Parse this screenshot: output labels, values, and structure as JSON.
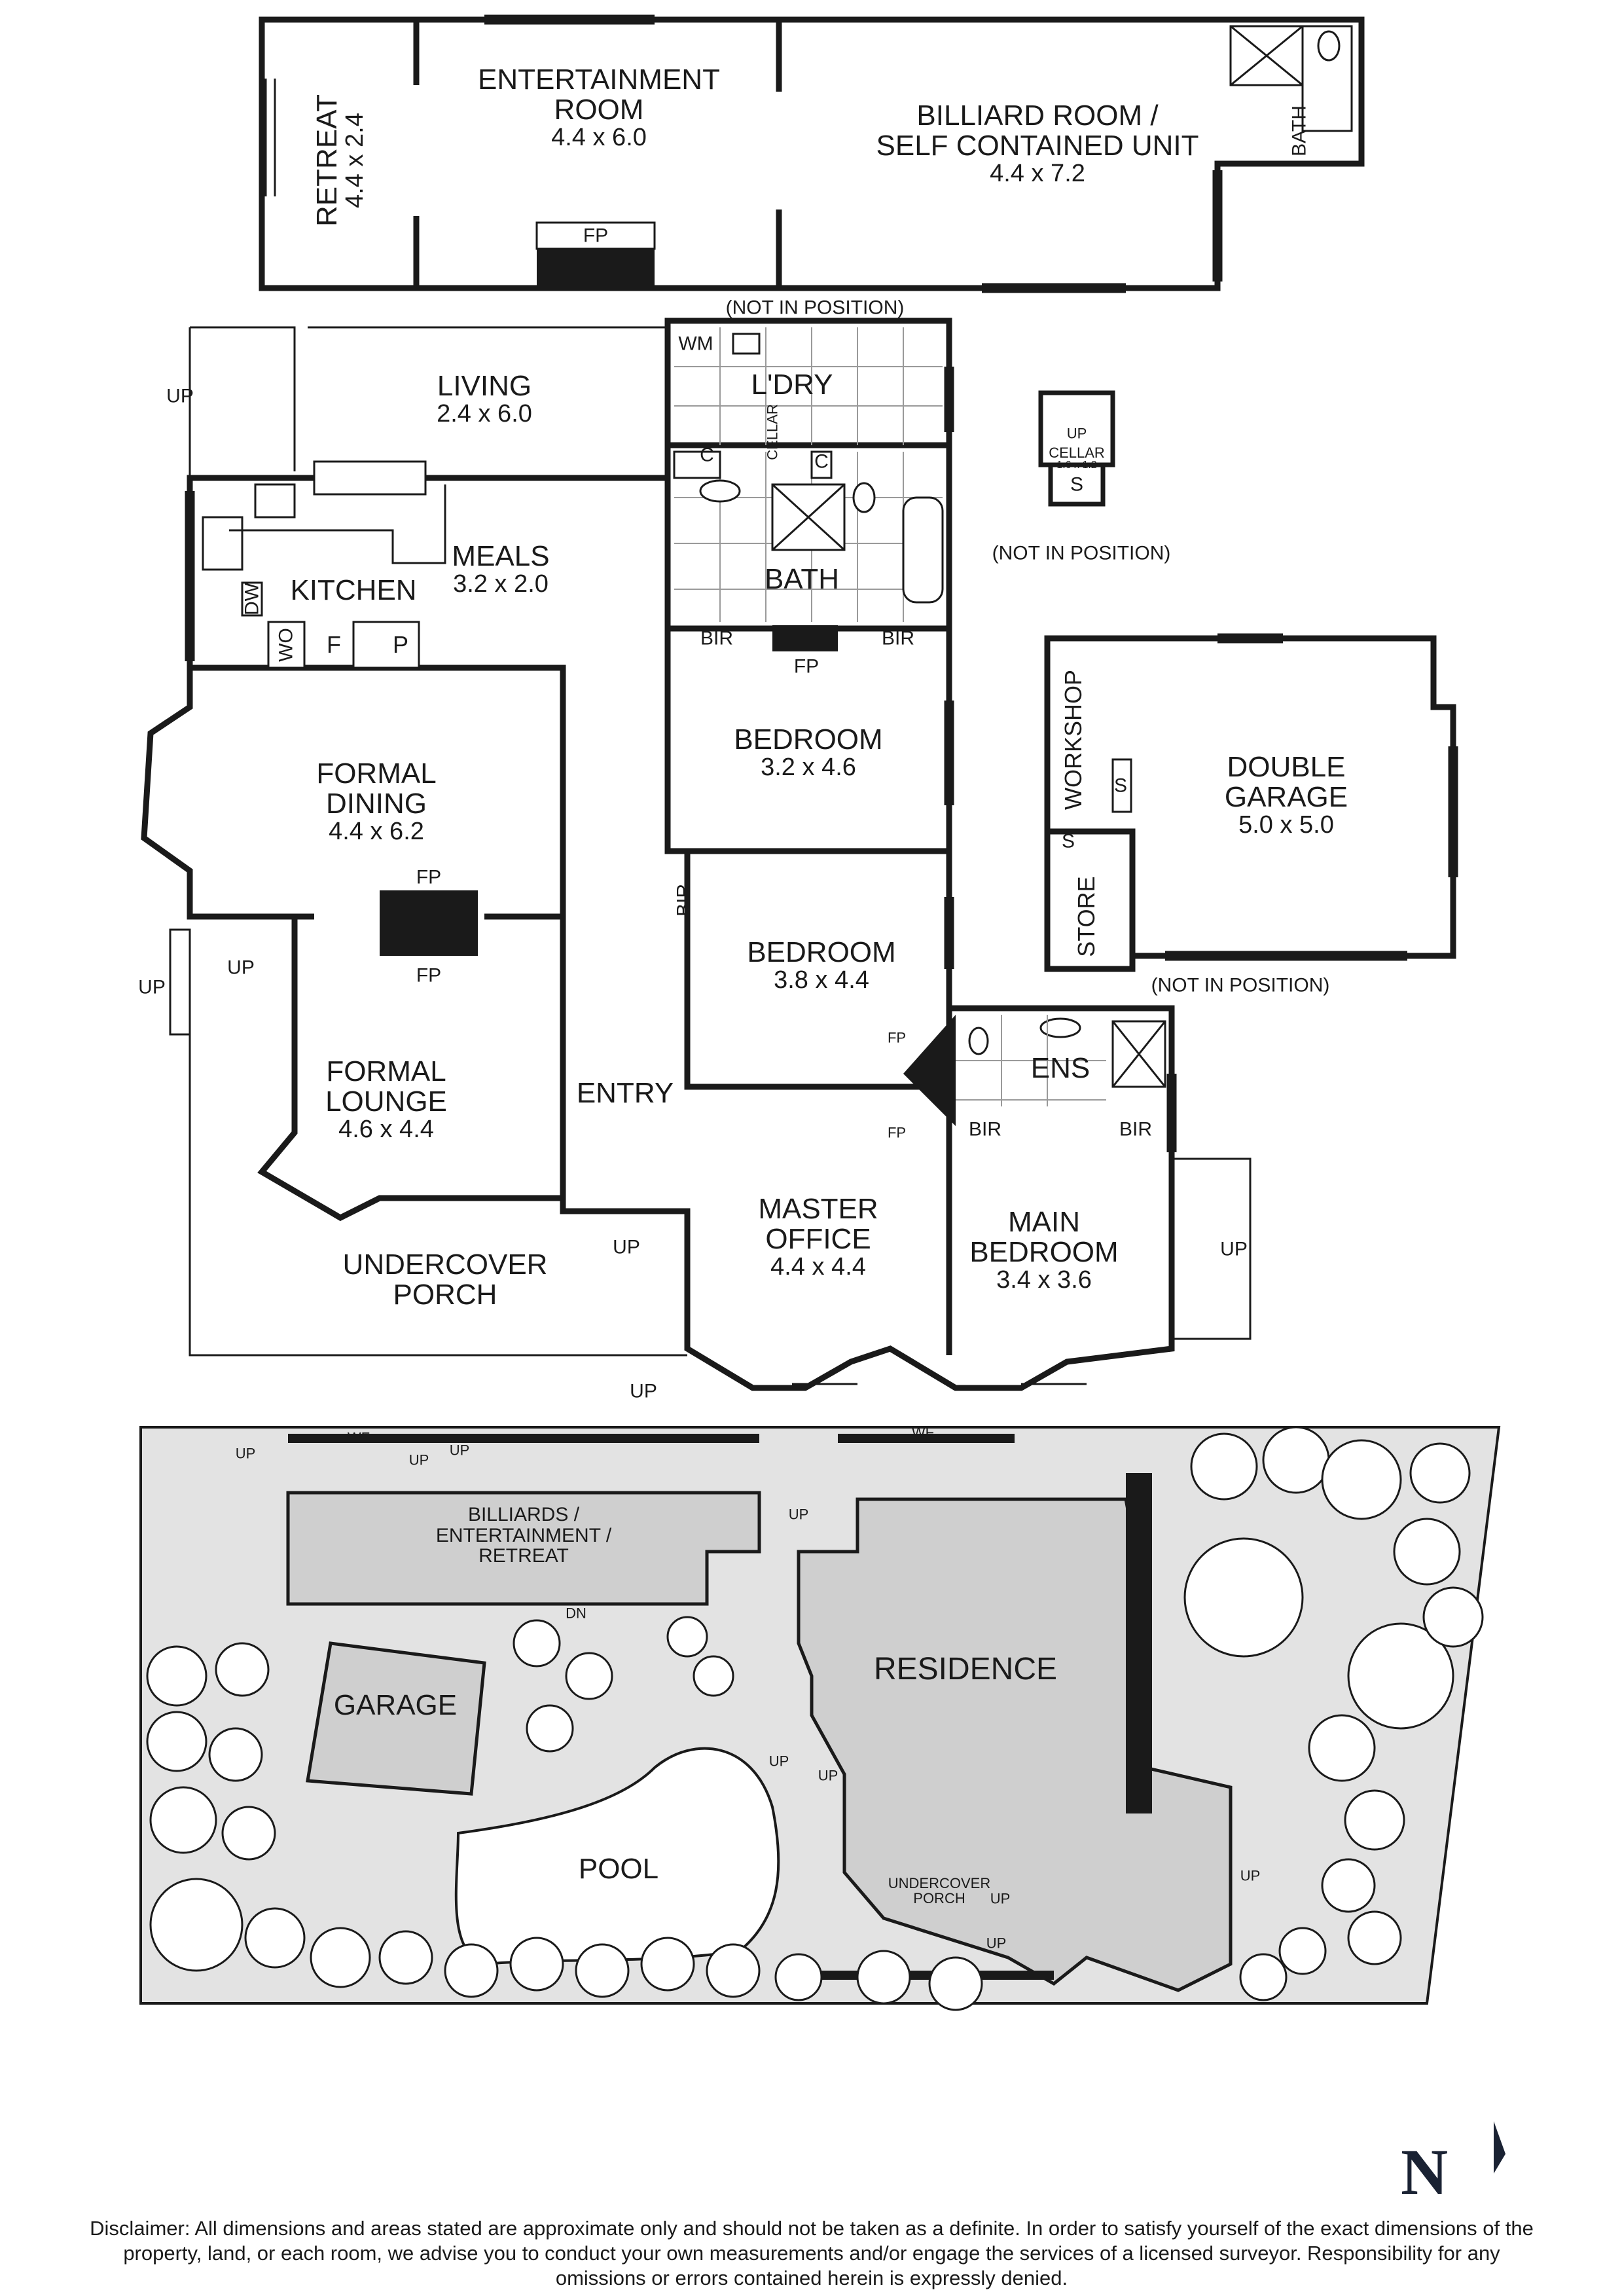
{
  "rooms": {
    "entertainment": {
      "name": "ENTERTAINMENT\nROOM",
      "dim": "4.4 x 6.0"
    },
    "retreat": {
      "name": "RETREAT",
      "dim": "4.4 x 2.4"
    },
    "billiard": {
      "name": "BILLIARD ROOM /\nSELF CONTAINED UNIT",
      "dim": "4.4 x 7.2"
    },
    "living": {
      "name": "LIVING",
      "dim": "2.4 x 6.0"
    },
    "laundry": {
      "name": "L'DRY"
    },
    "kitchen": {
      "name": "KITCHEN"
    },
    "meals": {
      "name": "MEALS",
      "dim": "3.2 x 2.0"
    },
    "bath": {
      "name": "BATH"
    },
    "bedroom1": {
      "name": "BEDROOM",
      "dim": "3.2 x 4.6"
    },
    "bedroom2": {
      "name": "BEDROOM",
      "dim": "3.8 x 4.4"
    },
    "formal_dining": {
      "name": "FORMAL\nDINING",
      "dim": "4.4 x 6.2"
    },
    "formal_lounge": {
      "name": "FORMAL\nLOUNGE",
      "dim": "4.6 x 4.4"
    },
    "entry": {
      "name": "ENTRY"
    },
    "master_office": {
      "name": "MASTER\nOFFICE",
      "dim": "4.4 x 4.4"
    },
    "main_bedroom": {
      "name": "MAIN\nBEDROOM",
      "dim": "3.4 x 3.6"
    },
    "ens": {
      "name": "ENS"
    },
    "undercover_porch": {
      "name": "UNDERCOVER\nPORCH"
    },
    "double_garage": {
      "name": "DOUBLE\nGARAGE",
      "dim": "5.0 x 5.0"
    },
    "workshop": {
      "name": "WORKSHOP"
    },
    "store": {
      "name": "STORE"
    },
    "cellar": {
      "name": "CELLAR",
      "dim": "1.6 x 1.2"
    }
  },
  "fixtures": {
    "fp": "FP",
    "bir": "BIR",
    "wm": "WM",
    "c": "C",
    "dw": "DW",
    "wo": "WO",
    "f": "F",
    "p": "P",
    "s": "S",
    "up": "UP",
    "dn": "DN",
    "wf": "WF",
    "cellar_small": "CELLAR",
    "bath_small": "BATH"
  },
  "notes": {
    "not_in_position": "(NOT IN POSITION)"
  },
  "site": {
    "billiards": "BILLIARDS /\nENTERTAINMENT /\nRETREAT",
    "residence": "RESIDENCE",
    "garage": "GARAGE",
    "pool": "POOL",
    "undercover_porch": "UNDERCOVER\nPORCH"
  },
  "compass": {
    "label": "N"
  },
  "disclaimer": "Disclaimer: All dimensions and areas stated are approximate only and should not be taken as a definite. In order to satisfy yourself of the exact dimensions of the property, land, or each room, we advise you to conduct your own measurements and/or engage the services of a licensed surveyor. Responsibility for any omissions or errors contained herein is expressly denied."
}
